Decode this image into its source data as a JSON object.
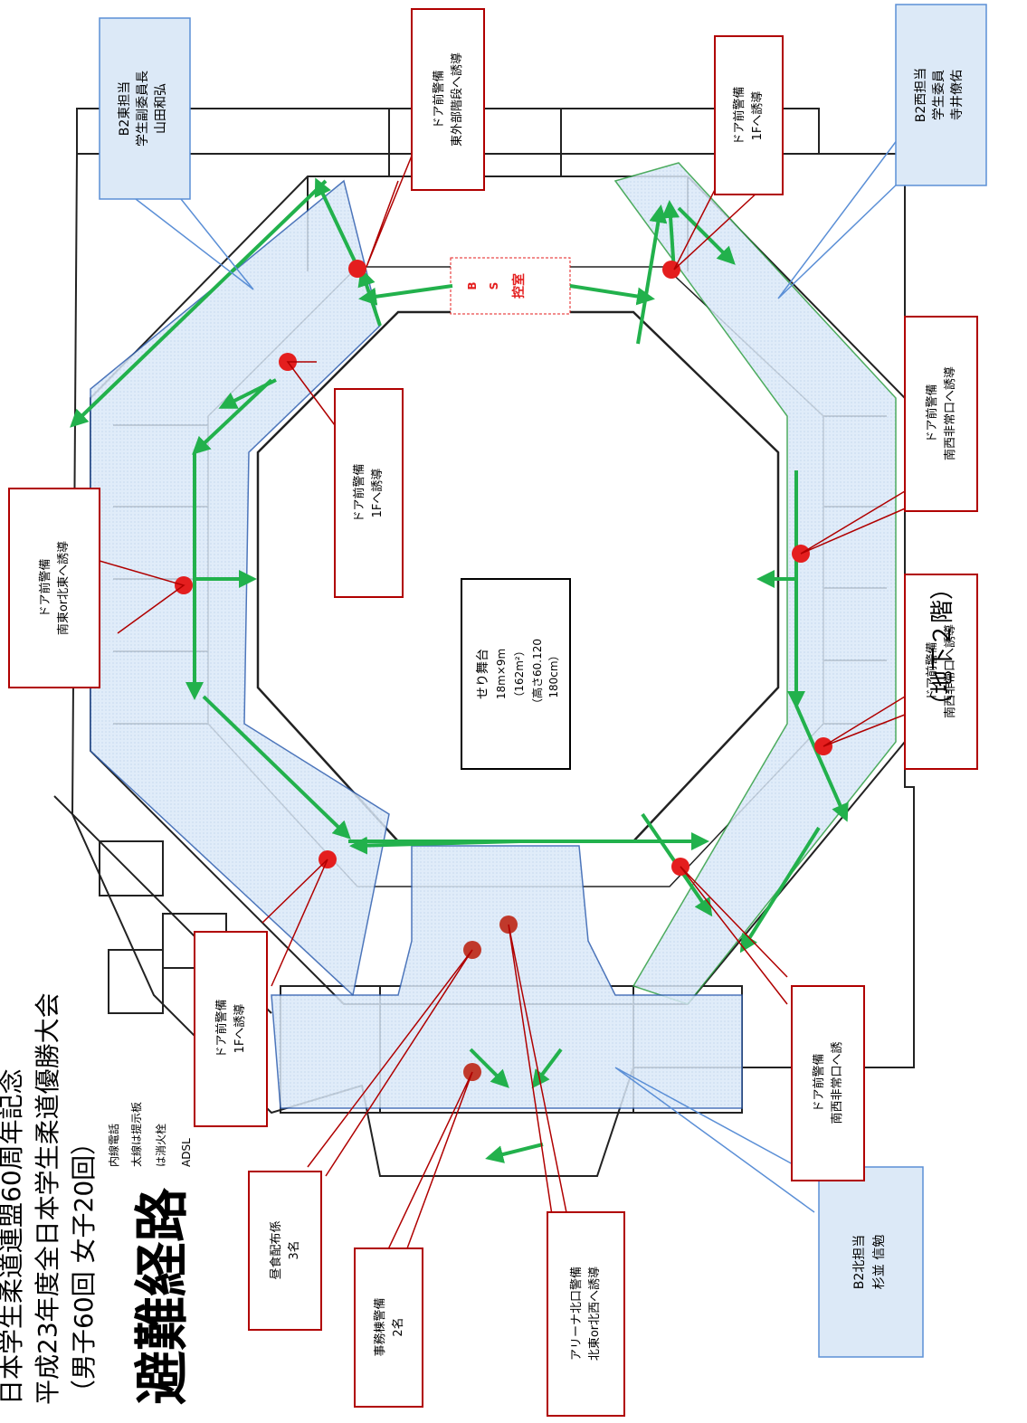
{
  "header": {
    "line1": "日本学生柔道連盟60周年記念",
    "line2": "平成23年度全日本学生柔道優勝大会",
    "line3": "（男子60回 女子20回）",
    "title": "避難経路"
  },
  "legend": {
    "item1": "内線電話",
    "item2": "太線は提示板",
    "item3": "は消火栓",
    "item4": "ADSL"
  },
  "floor_label": "（地下２階）",
  "stage": {
    "title": "せり舞台",
    "size": "18m×9m",
    "area": "（162m²）",
    "height": "（高さ60.120",
    "height2": "180cm）"
  },
  "bs_room": {
    "letters": [
      "B",
      "S"
    ],
    "name": "控室"
  },
  "zone_labels": {
    "east": [
      "B2東担当",
      "学生副委員長",
      "山田和弘"
    ],
    "west": [
      "B2西担当",
      "学生委員",
      "寺井僚佑"
    ],
    "north": [
      "B2北担当",
      "杉並 信勉"
    ]
  },
  "guard_labels": {
    "g1": [
      "ドア前警備",
      "東外部階段へ誘導"
    ],
    "g2": [
      "ドア前警備",
      "1Fへ誘導"
    ],
    "g3": [
      "ドア前警備",
      "南西非常口へ誘導"
    ],
    "g4": [
      "ドア前警備",
      "1Fへ誘導"
    ],
    "g5": [
      "ドア前警備",
      "南東or北東へ誘導"
    ],
    "g6": [
      "ドア前警備",
      "南西非常口へ誘導"
    ],
    "g7": [
      "ドア前警備",
      "1Fへ誘導"
    ],
    "g8": [
      "ドア前警備",
      "南西非常口へ誘"
    ],
    "g9": [
      "昼食配布係",
      "3名"
    ],
    "g10": [
      "事務棟警備",
      "2名"
    ],
    "g11": [
      "アリーナ北口警備",
      "北東or北西へ誘導"
    ]
  },
  "colors": {
    "route": "#22b14c",
    "guard_dot": "#e41e1e",
    "guard_box": "#b00000",
    "zone_box": "#5b8fd6",
    "zone_fill": "#dce9f7"
  }
}
